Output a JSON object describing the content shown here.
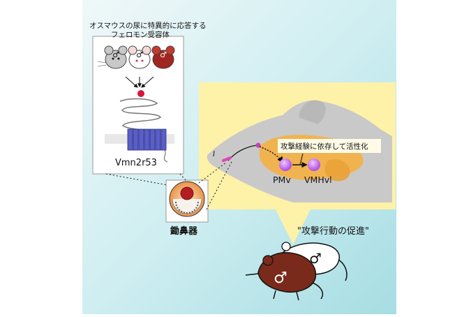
{
  "header": {
    "line1": "オスマウスの尿に特異的に応答する",
    "line2": "フェロモン受容体"
  },
  "receptor": {
    "label": "Vmn2r53"
  },
  "vno": {
    "label": "鋤鼻器"
  },
  "brain": {
    "region1": "PMv",
    "region2": "VMHvl",
    "annotation": "攻撃経験に依存して活性化"
  },
  "behavior": {
    "label": "\"攻撃行動の促進\""
  },
  "symbols": {
    "male": "♂"
  },
  "colors": {
    "bg_left": "#dff1f3",
    "bg_right": "#a9dde2",
    "callout": "#fdf2a8",
    "mouse_gray": "#c8c8c8",
    "orange_region": "#f3b24a",
    "neuron": "#c56cf0",
    "receptor_blue": "#5a5fc8",
    "urine_red": "#d6173a",
    "dark_mouse": "#7a2a1a"
  }
}
